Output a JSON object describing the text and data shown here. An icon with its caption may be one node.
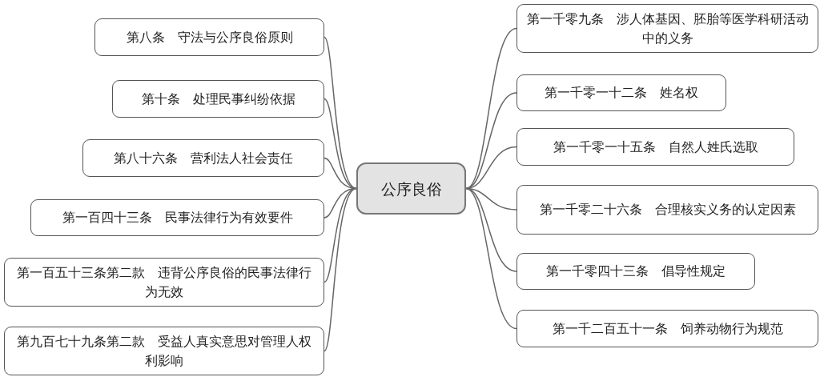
{
  "diagram": {
    "nodes": [
      {
        "text": [
          "公序良俗"
        ]
      },
      {
        "text": [
          "第八条　守法与公序良俗原则"
        ]
      },
      {
        "text": [
          "第十条　处理民事纠纷依据"
        ]
      },
      {
        "text": [
          "第八十六条　营利法人社会责任"
        ]
      },
      {
        "text": [
          "第一百四十三条　民事法律行为有效要件"
        ]
      },
      {
        "text": [
          "第一百五十三条第二款　违背公序良俗的民事法律行为无效"
        ]
      },
      {
        "text": [
          "第九百七十九条第二款　受益人真实意思对管理人权利影响"
        ]
      },
      {
        "text": [
          "第一千零九条　涉人体基因、胚胎等医学科研活动中的义务"
        ]
      },
      {
        "text": [
          "第一千零一十二条　姓名权"
        ]
      },
      {
        "text": [
          "第一千零一十五条　自然人姓氏选取"
        ]
      },
      {
        "text": [
          "第一千零二十六条　合理核实义务的认定因素"
        ]
      },
      {
        "text": [
          "第一千零四十三条　倡导性规定"
        ]
      },
      {
        "text": [
          "第一千二百五十一条　饲养动物行为规范"
        ]
      }
    ],
    "edges": [
      {
        "from": 0,
        "to": 1,
        "arrow": "none"
      },
      {
        "from": 0,
        "to": 2,
        "arrow": "none"
      },
      {
        "from": 0,
        "to": 3,
        "arrow": "none"
      },
      {
        "from": 0,
        "to": 4,
        "arrow": "none"
      },
      {
        "from": 0,
        "to": 5,
        "arrow": "none"
      },
      {
        "from": 0,
        "to": 6,
        "arrow": "none"
      },
      {
        "from": 0,
        "to": 7,
        "arrow": "none"
      },
      {
        "from": 0,
        "to": 8,
        "arrow": "none"
      },
      {
        "from": 0,
        "to": 9,
        "arrow": "none"
      },
      {
        "from": 0,
        "to": 10,
        "arrow": "none"
      },
      {
        "from": 0,
        "to": 11,
        "arrow": "none"
      },
      {
        "from": 0,
        "to": 12,
        "arrow": "none"
      }
    ]
  }
}
